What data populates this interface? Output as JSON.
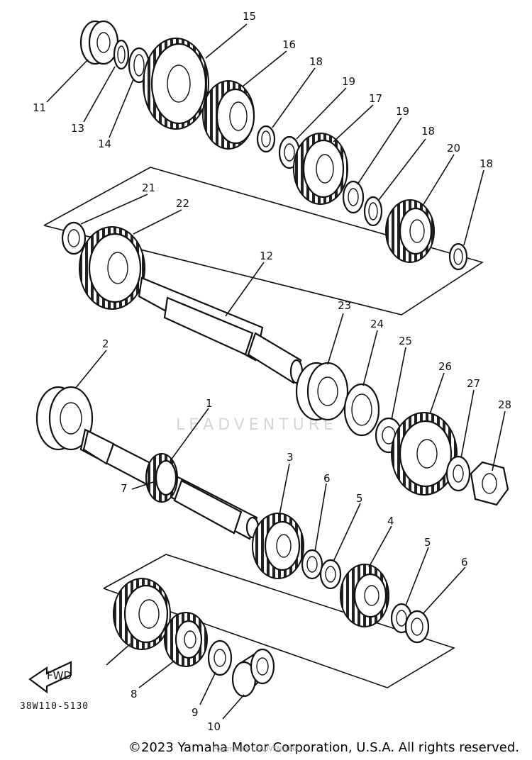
{
  "diagram": {
    "part_code": "38W110-5130",
    "fwd_label": "FWD",
    "watermark": "LEADVENTURE",
    "labels": {
      "p1": "1",
      "p2": "2",
      "p3": "3",
      "p4": "4",
      "p5a": "5",
      "p5b": "5",
      "p6a": "6",
      "p6b": "6",
      "p7": "7",
      "p8": "8",
      "p9": "9",
      "p10": "10",
      "p11": "11",
      "p12": "12",
      "p13": "13",
      "p14": "14",
      "p15": "15",
      "p16": "16",
      "p17": "17",
      "p18a": "18",
      "p18b": "18",
      "p18c": "18",
      "p19a": "19",
      "p19b": "19",
      "p20": "20",
      "p21": "21",
      "p22": "22",
      "p23": "23",
      "p24": "24",
      "p25": "25",
      "p26": "26",
      "p27": "27",
      "p28": "28"
    }
  },
  "footer": {
    "copyright": "©2023 Yamaha Motor Corporation, U.S.A. All rights reserved.",
    "credit": "Powered by LEADVENTURE"
  }
}
